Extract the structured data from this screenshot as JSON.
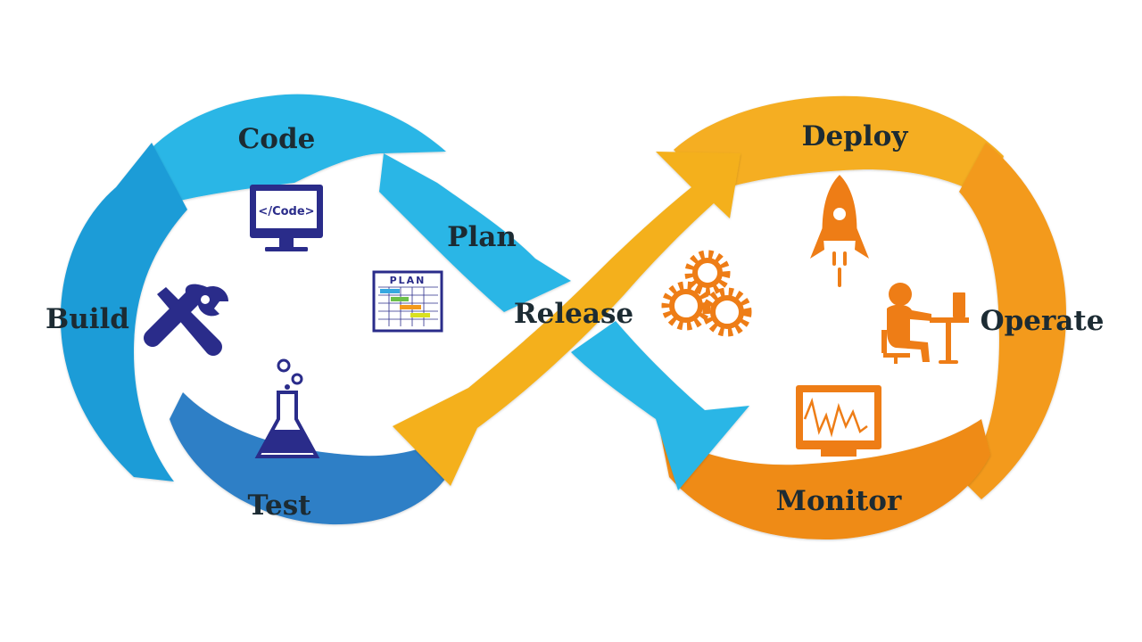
{
  "diagram": {
    "stages": {
      "plan": "Plan",
      "code": "Code",
      "build": "Build",
      "test": "Test",
      "release": "Release",
      "deploy": "Deploy",
      "operate": "Operate",
      "monitor": "Monitor"
    },
    "icons": {
      "code_screen_text": "</Code>",
      "plan_board_text": "PLAN"
    }
  },
  "colors": {
    "blue_light": "#29b6e6",
    "blue_mid": "#1e9cd7",
    "blue_dark": "#2f7fc6",
    "orange_light": "#f5ae24",
    "orange_mid": "#f39a1c",
    "orange_dark": "#ef8b14",
    "icon_navy": "#2a2c8a",
    "icon_orange": "#ee7d16",
    "label_text": "#1c2b33"
  },
  "icon_names": [
    "code-monitor-icon",
    "plan-board-icon",
    "wrench-screwdriver-icon",
    "flask-icon",
    "gears-icon",
    "rocket-icon",
    "person-at-desk-icon",
    "monitoring-screen-icon"
  ]
}
